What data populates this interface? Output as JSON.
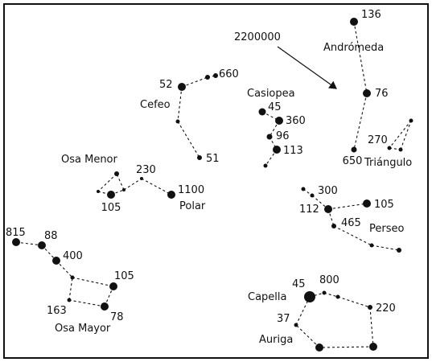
{
  "constellations": [
    {
      "id": "andromeda",
      "name": "Andrómeda",
      "stars": [
        {
          "id": "a1",
          "label": "136"
        },
        {
          "id": "a2",
          "label": "76"
        },
        {
          "id": "a3",
          "label": "650"
        }
      ],
      "edges": [
        [
          "a1",
          "a2"
        ],
        [
          "a2",
          "a3"
        ]
      ]
    },
    {
      "id": "triangulo",
      "name": "Triángulo",
      "stars": [
        {
          "id": "t1",
          "label": "270"
        },
        {
          "id": "t2",
          "label": ""
        },
        {
          "id": "t3",
          "label": ""
        }
      ],
      "edges": [
        [
          "t1",
          "t2"
        ],
        [
          "t2",
          "t3"
        ],
        [
          "t3",
          "t1"
        ]
      ]
    },
    {
      "id": "cefeo",
      "name": "Cefeo",
      "stars": [
        {
          "id": "c1",
          "label": "52"
        },
        {
          "id": "c2",
          "label": ""
        },
        {
          "id": "c3",
          "label": "660"
        },
        {
          "id": "c4",
          "label": ""
        },
        {
          "id": "c5",
          "label": "51"
        }
      ],
      "edges": [
        [
          "c1",
          "c2"
        ],
        [
          "c2",
          "c3"
        ],
        [
          "c1",
          "c4"
        ],
        [
          "c4",
          "c5"
        ]
      ]
    },
    {
      "id": "casiopea",
      "name": "Casiopea",
      "stars": [
        {
          "id": "s1",
          "label": "45"
        },
        {
          "id": "s2",
          "label": "360"
        },
        {
          "id": "s3",
          "label": "96"
        },
        {
          "id": "s4",
          "label": "113"
        },
        {
          "id": "s5",
          "label": ""
        }
      ],
      "edges": [
        [
          "s1",
          "s2"
        ],
        [
          "s2",
          "s3"
        ],
        [
          "s3",
          "s4"
        ],
        [
          "s4",
          "s5"
        ]
      ]
    },
    {
      "id": "osa-menor",
      "name": "Osa Menor",
      "stars": [
        {
          "id": "m1",
          "label": ""
        },
        {
          "id": "m2",
          "label": ""
        },
        {
          "id": "m3",
          "label": "105"
        },
        {
          "id": "m4",
          "label": ""
        },
        {
          "id": "m5",
          "label": "230"
        },
        {
          "id": "m6",
          "label": "1100"
        }
      ],
      "edges": [
        [
          "m1",
          "m2"
        ],
        [
          "m2",
          "m3"
        ],
        [
          "m3",
          "m4"
        ],
        [
          "m4",
          "m1"
        ],
        [
          "m4",
          "m5"
        ],
        [
          "m5",
          "m6"
        ]
      ]
    },
    {
      "id": "perseo",
      "name": "Perseo",
      "stars": [
        {
          "id": "p1",
          "label": ""
        },
        {
          "id": "p2",
          "label": "300"
        },
        {
          "id": "p3",
          "label": "112"
        },
        {
          "id": "p4",
          "label": "105"
        },
        {
          "id": "p5",
          "label": "465"
        },
        {
          "id": "p6",
          "label": ""
        },
        {
          "id": "p7",
          "label": ""
        }
      ],
      "edges": [
        [
          "p1",
          "p2"
        ],
        [
          "p2",
          "p3"
        ],
        [
          "p3",
          "p4"
        ],
        [
          "p3",
          "p5"
        ],
        [
          "p5",
          "p6"
        ],
        [
          "p6",
          "p7"
        ]
      ]
    },
    {
      "id": "osa-mayor",
      "name": "Osa Mayor",
      "stars": [
        {
          "id": "u1",
          "label": "815"
        },
        {
          "id": "u2",
          "label": "88"
        },
        {
          "id": "u3",
          "label": "400"
        },
        {
          "id": "u4",
          "label": ""
        },
        {
          "id": "u5",
          "label": "105"
        },
        {
          "id": "u6",
          "label": "78"
        },
        {
          "id": "u7",
          "label": "163"
        }
      ],
      "edges": [
        [
          "u1",
          "u2"
        ],
        [
          "u2",
          "u3"
        ],
        [
          "u3",
          "u4"
        ],
        [
          "u4",
          "u5"
        ],
        [
          "u5",
          "u6"
        ],
        [
          "u6",
          "u7"
        ],
        [
          "u7",
          "u4"
        ]
      ]
    },
    {
      "id": "auriga",
      "name": "Auriga",
      "stars": [
        {
          "id": "g1",
          "label": "45"
        },
        {
          "id": "g2",
          "label": "800"
        },
        {
          "id": "g3",
          "label": ""
        },
        {
          "id": "g4",
          "label": "220"
        },
        {
          "id": "g5",
          "label": ""
        },
        {
          "id": "g6",
          "label": ""
        },
        {
          "id": "g7",
          "label": "37"
        }
      ],
      "edges": [
        [
          "g1",
          "g2"
        ],
        [
          "g2",
          "g3"
        ],
        [
          "g3",
          "g4"
        ],
        [
          "g4",
          "g5"
        ],
        [
          "g5",
          "g6"
        ],
        [
          "g6",
          "g7"
        ],
        [
          "g7",
          "g1"
        ]
      ]
    }
  ],
  "callouts": {
    "distance": "2200000",
    "polar": "Polar",
    "capella": "Capella"
  }
}
